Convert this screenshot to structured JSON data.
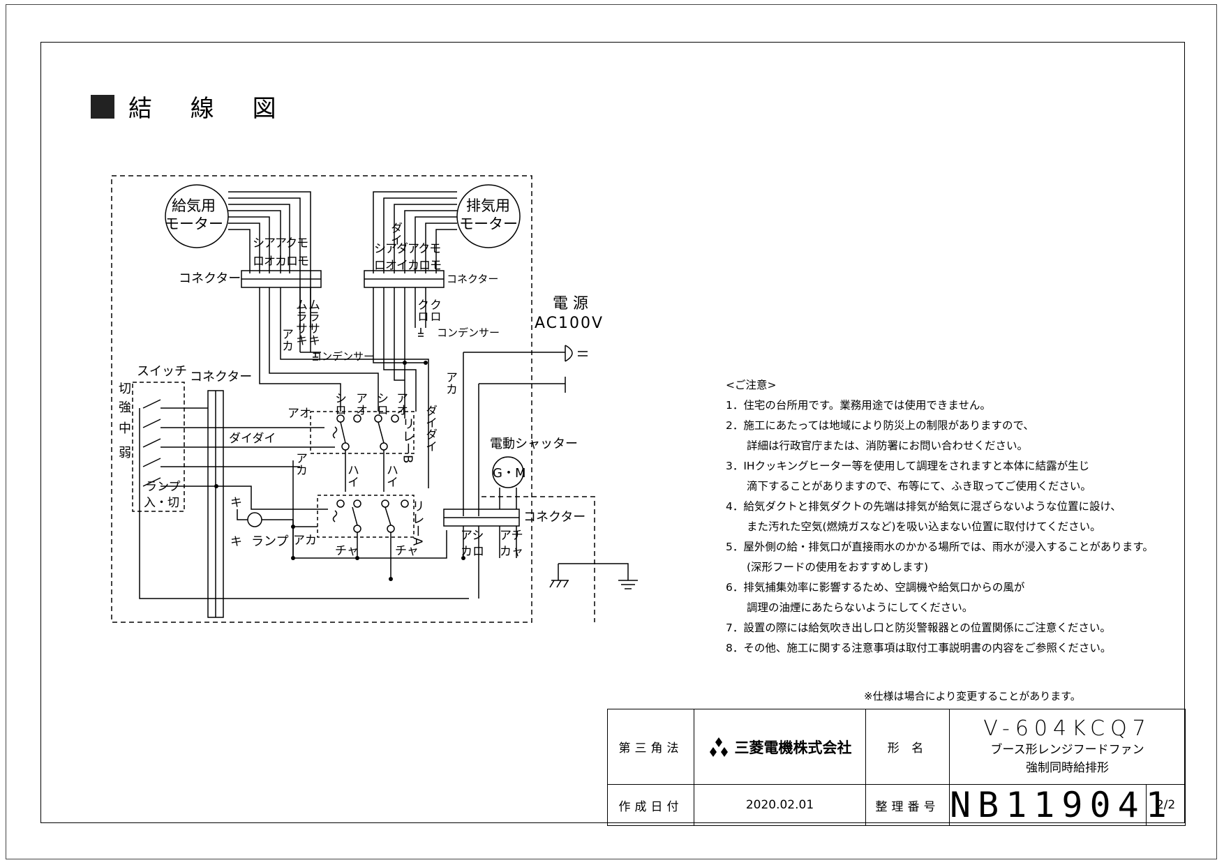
{
  "section_title": "結 線 図",
  "diagram": {
    "supply_motor": "給気用 モーター",
    "exhaust_motor": "排気用 モーター",
    "connector": "コネクター",
    "capacitor": "コンデンサー",
    "power": "電 源",
    "power_voltage": "AC100V",
    "switch": "スイッチ",
    "switch_positions": [
      "切",
      "強",
      "中",
      "弱"
    ],
    "lamp_switch": "ランプ 入・切",
    "lamp": "ランプ",
    "shutter": "電動シャッター",
    "shutter_symbol": "G・M",
    "relay_a": "リレーA",
    "relay_b": "リレーB",
    "wire_colors": {
      "shiro": "シロ",
      "ao": "アオ",
      "aka": "アカ",
      "kuro": "クロ",
      "momo": "モモ",
      "murasaki": "ムラサキ",
      "daidai": "ダイダイ",
      "ki": "キ",
      "hai": "ハイ",
      "cha": "チャ"
    }
  },
  "notes": {
    "heading": "<ご注意>",
    "items": [
      "1．住宅の台所用です。業務用途では使用できません。",
      "2．施工にあたっては地域により防災上の制限がありますので、",
      "詳細は行政官庁または、消防署にお問い合わせください。",
      "3．IHクッキングヒーター等を使用して調理をされますと本体に結露が生じ",
      "滴下することがありますので、布等にて、ふき取ってご使用ください。",
      "4．給気ダクトと排気ダクトの先端は排気が給気に混ざらないような位置に設け、",
      "また汚れた空気(燃焼ガスなど)を吸い込まない位置に取付けてください。",
      "5．屋外側の給・排気口が直接雨水のかかる場所では、雨水が浸入することがあります。",
      "(深形フードの使用をおすすめします)",
      "6．排気捕集効率に影響するため、空調機や給気口からの風が",
      "調理の油煙にあたらないようにしてください。",
      "7．設置の際には給気吹き出し口と防災警報器との位置関係にご注意ください。",
      "8．その他、施工に関する注意事項は取付工事説明書の内容をご参照ください。"
    ],
    "indented": [
      false,
      false,
      true,
      false,
      true,
      false,
      true,
      false,
      true,
      false,
      true,
      false,
      false
    ]
  },
  "spec_note": "※仕様は場合により変更することがあります。",
  "title_block": {
    "projection_label": "第三角法",
    "company": "三菱電機株式会社",
    "model_label": "形 名",
    "model": "V-604KCQ7",
    "description_line1": "ブース形レンジフードファン",
    "description_line2": "強制同時給排形",
    "date_label": "作成日付",
    "date": "2020.02.01",
    "docno_label": "整理番号",
    "docno": "NB119041",
    "page": "2/2"
  }
}
